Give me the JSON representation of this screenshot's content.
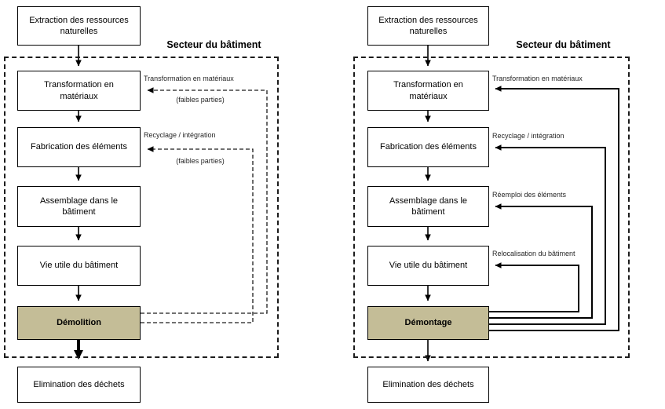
{
  "left": {
    "sector_label": "Secteur du bâtiment",
    "boxes": {
      "extraction": "Extraction des ressources naturelles",
      "transformation": "Transformation en matériaux",
      "fabrication": "Fabrication des éléments",
      "assemblage": "Assemblage  dans le bâtiment",
      "vie_utile": "Vie utile du bâtiment",
      "demolition": "Démolition",
      "elimination": "Elimination des déchets"
    },
    "feedback_labels": {
      "transformation": "Transformation en matériaux",
      "transformation_note": "(faibles parties)",
      "recyclage": "Recyclage / intégration",
      "recyclage_note": "(faibles parties)"
    }
  },
  "right": {
    "sector_label": "Secteur du bâtiment",
    "boxes": {
      "extraction": "Extraction des ressources naturelles",
      "transformation": "Transformation en matériaux",
      "fabrication": "Fabrication des éléments",
      "assemblage": "Assemblage  dans le bâtiment",
      "vie_utile": "Vie utile du bâtiment",
      "demontage": "Démontage",
      "elimination": "Elimination des déchets"
    },
    "feedback_labels": {
      "transformation": "Transformation en matériaux",
      "recyclage": "Recyclage / intégration",
      "reemploi": "Réemploi des éléments",
      "relocalisation": "Relocalisation du bâtiment"
    }
  },
  "colors": {
    "highlight_box": "#C4BD97",
    "line": "#000000"
  }
}
